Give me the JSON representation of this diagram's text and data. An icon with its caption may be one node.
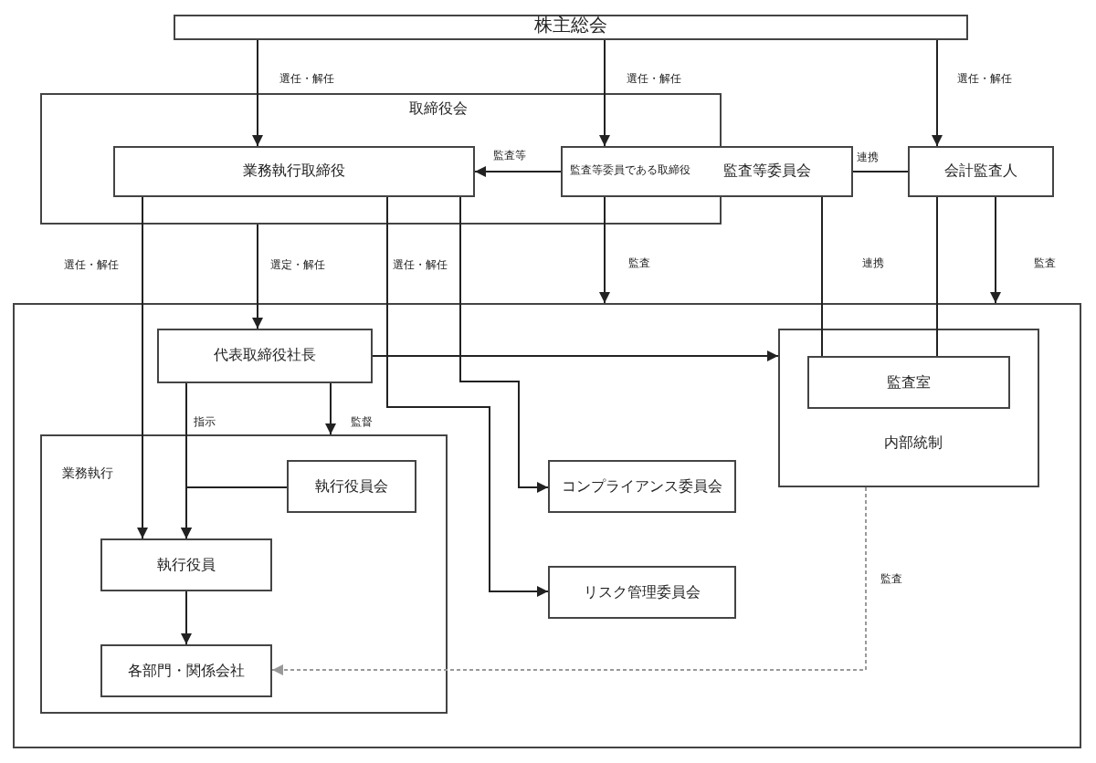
{
  "diagram": {
    "nodes": [
      {
        "text": [
          "株主総会"
        ]
      },
      {
        "text": [
          "取締役会"
        ]
      },
      {
        "text": [
          "業務執行取締役"
        ],
        "in": 1
      },
      {
        "text": [
          "監査等委員である取締役",
          "監査等委員会"
        ]
      },
      {
        "text": [
          "会計監査人"
        ]
      },
      {
        "text": [],
        "shape": "box"
      },
      {
        "text": [
          "代表取締役社長"
        ],
        "in": 5
      },
      {
        "text": [
          "業務執行"
        ],
        "in": 5
      },
      {
        "text": [
          "執行役員会"
        ],
        "in": 7
      },
      {
        "text": [
          "執行役員"
        ],
        "in": 7
      },
      {
        "text": [
          "各部門・関係会社"
        ],
        "in": 7
      },
      {
        "text": [
          "コンプライアンス委員会"
        ],
        "in": 5
      },
      {
        "text": [
          "リスク管理委員会"
        ],
        "in": 5
      },
      {
        "text": [
          "内部統制"
        ],
        "in": 5
      },
      {
        "text": [
          "監査室"
        ],
        "in": 13
      }
    ],
    "edges": [
      {
        "from": 0,
        "to": 2,
        "arrow": "to",
        "label": "選任・解任"
      },
      {
        "from": 0,
        "to": 3,
        "arrow": "to",
        "label": "選任・解任"
      },
      {
        "from": 0,
        "to": 4,
        "arrow": "to",
        "label": "選任・解任"
      },
      {
        "from": 3,
        "to": 2,
        "arrow": "to",
        "label": "監査等"
      },
      {
        "from": 3,
        "to": 4,
        "arrow": "none",
        "label": "連携"
      },
      {
        "from": 3,
        "to": 5,
        "arrow": "to",
        "label": "監査"
      },
      {
        "from": 4,
        "to": 5,
        "arrow": "to",
        "label": "監査"
      },
      {
        "from": 3,
        "to": 14,
        "arrow": "none",
        "label": "連携"
      },
      {
        "from": 4,
        "to": 14,
        "arrow": "none"
      },
      {
        "from": 1,
        "to": 6,
        "arrow": "to",
        "label": "選定・解任"
      },
      {
        "from": 2,
        "to": 9,
        "arrow": "to",
        "label": "選任・解任"
      },
      {
        "from": 2,
        "to": 11,
        "arrow": "to"
      },
      {
        "from": 2,
        "to": 12,
        "arrow": "to",
        "label": "選任・解任"
      },
      {
        "from": 6,
        "to": 13,
        "arrow": "to"
      },
      {
        "from": 6,
        "to": 9,
        "arrow": "to",
        "label": "指示"
      },
      {
        "from": 8,
        "to": 9,
        "arrow": "to"
      },
      {
        "from": 6,
        "to": 7,
        "arrow": "to",
        "label": "監督"
      },
      {
        "from": 9,
        "to": 10,
        "arrow": "to"
      },
      {
        "from": 13,
        "to": 10,
        "arrow": "to",
        "label": "監査",
        "style": "dashed",
        "color": "#999999"
      }
    ]
  }
}
